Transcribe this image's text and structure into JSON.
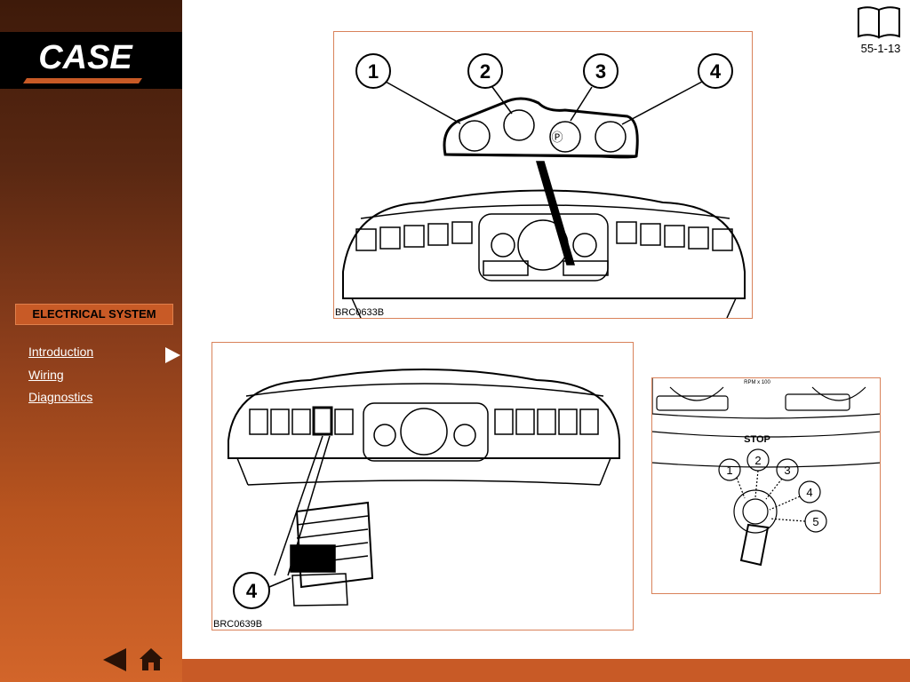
{
  "brand": {
    "logo_text": "CASE"
  },
  "sidebar": {
    "section_title": "ELECTRICAL SYSTEM",
    "nav": [
      {
        "label": "Introduction"
      },
      {
        "label": "Wiring"
      },
      {
        "label": "Diagnostics"
      }
    ]
  },
  "header": {
    "page_number": "55-1-13"
  },
  "figures": [
    {
      "code": "BRC0633B",
      "callouts": [
        "1",
        "2",
        "3",
        "4"
      ]
    },
    {
      "code": "BRC0639B",
      "callouts": [
        "4"
      ]
    },
    {
      "code": "",
      "callouts": [
        "1",
        "2",
        "3",
        "4",
        "5"
      ],
      "panel_label": "STOP",
      "gauge_label": "RPM x 100"
    }
  ],
  "colors": {
    "accent": "#c85a26",
    "sidebar_dark": "#3e1a0a",
    "figure_border": "#d9825a"
  },
  "icons": [
    "book-icon",
    "back-arrow-icon",
    "home-icon",
    "nav-arrow-icon"
  ]
}
